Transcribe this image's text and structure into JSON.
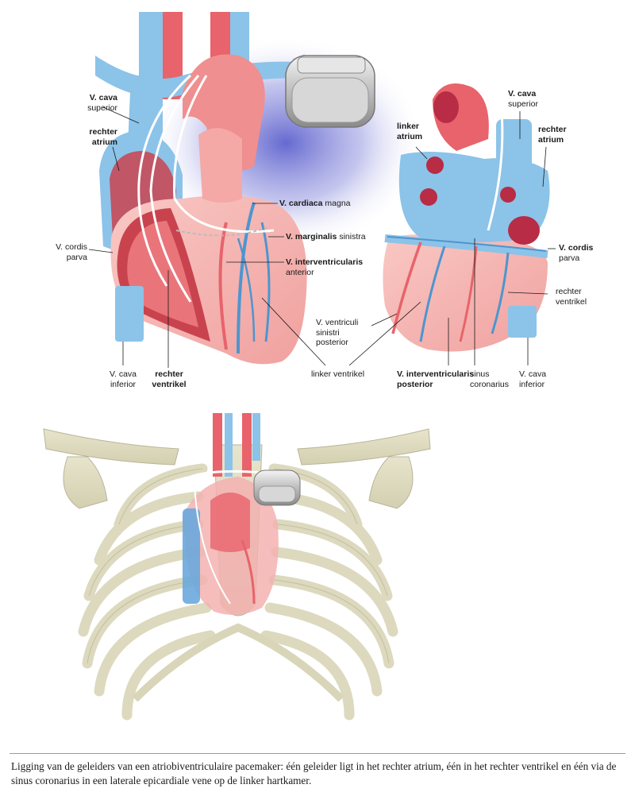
{
  "caption": "Ligging van de geleiders van een atriobiventriculaire pacemaker: één geleider ligt in het rechter atrium, één in het rechter ventrikel en één via de sinus coronarius in een laterale epicardiale vene op de linker hartkamer.",
  "left_heart_labels": {
    "vcava_sup_l1": "V. cava",
    "vcava_sup_l2": "superior",
    "ratrium_l1": "rechter",
    "ratrium_l2": "atrium",
    "vcordis_l1": "V. cordis",
    "vcordis_l2": "parva",
    "vcava_inf_l1": "V. cava",
    "vcava_inf_l2": "inferior",
    "rventrikel_l1": "rechter",
    "rventrikel_l2": "ventrikel",
    "vcardiaca_bold": "V. cardiaca",
    "vcardiaca_rest": " magna",
    "vmarginalis_bold": "V. marginalis",
    "vmarginalis_rest": " sinistra",
    "vinterv_bold": "V. interventricularis",
    "vinterv_l2": "anterior",
    "linker_ventrikel": "linker ventrikel"
  },
  "right_heart_labels": {
    "latrium_l1": "linker",
    "latrium_l2": "atrium",
    "vcava_sup_l1": "V. cava",
    "vcava_sup_l2": "superior",
    "ratrium_l1": "rechter",
    "ratrium_l2": "atrium",
    "vcordis_l1": "V. cordis",
    "vcordis_l2": "parva",
    "rventrikel_l1": "rechter",
    "rventrikel_l2": "ventrikel",
    "vventriculi_l1": "V. ventriculi",
    "vventriculi_l2": "sinistri",
    "vventriculi_l3": "posterior",
    "vinterv_post_l1": "V. interventricularis",
    "vinterv_post_l2": "posterior",
    "sinus_l1": "sinus",
    "sinus_l2": "coronarius",
    "vcava_inf_l1": "V. cava",
    "vcava_inf_l2": "inferior"
  },
  "colors": {
    "vein_blue": "#8cc3e8",
    "vein_dark": "#4e95cf",
    "artery_red": "#e8636b",
    "heart_pink": "#f3b2b0",
    "muscle_red": "#d9485a",
    "bone": "#ddd9bd",
    "glow": "#5b5fcf",
    "pacemaker": "#c9c9c9",
    "rule": "#5bb6b0"
  }
}
